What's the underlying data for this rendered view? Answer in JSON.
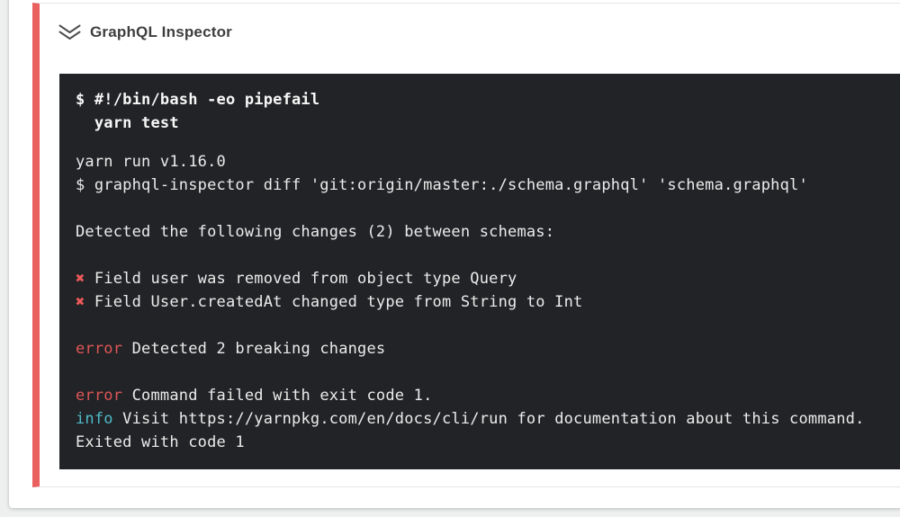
{
  "header": {
    "title": "GraphQL Inspector",
    "collapse_icon": "double-chevron-down-icon"
  },
  "colors": {
    "status_accent": "#e9605e",
    "terminal_background": "#222326",
    "terminal_text": "#ececec",
    "breaking_cross": "#ed5a5a",
    "error_label": "#dd5656",
    "info_label": "#4ebac9",
    "card_background": "#ffffff",
    "page_background": "#eef0f0"
  },
  "terminal": {
    "command_lines": [
      "$ #!/bin/bash -eo pipefail",
      "  yarn test"
    ],
    "lines": [
      [
        {
          "text": "yarn run v1.16.0",
          "style": "plain"
        }
      ],
      [
        {
          "text": "$ graphql-inspector diff 'git:origin/master:./schema.graphql' 'schema.graphql'",
          "style": "plain"
        }
      ],
      [],
      [
        {
          "text": "Detected the following changes (2) between schemas:",
          "style": "plain"
        }
      ],
      [],
      [
        {
          "text": "✖",
          "style": "cross"
        },
        {
          "text": " Field user was removed from object type Query",
          "style": "plain"
        }
      ],
      [
        {
          "text": "✖",
          "style": "cross"
        },
        {
          "text": " Field User.createdAt changed type from String to Int",
          "style": "plain"
        }
      ],
      [],
      [
        {
          "text": "error",
          "style": "error"
        },
        {
          "text": " Detected 2 breaking changes",
          "style": "plain"
        }
      ],
      [],
      [
        {
          "text": "error",
          "style": "error"
        },
        {
          "text": " Command failed with exit code 1.",
          "style": "plain"
        }
      ],
      [
        {
          "text": "info",
          "style": "info"
        },
        {
          "text": " Visit https://yarnpkg.com/en/docs/cli/run for documentation about this command.",
          "style": "plain"
        }
      ],
      [
        {
          "text": "Exited with code 1",
          "style": "plain"
        }
      ]
    ]
  }
}
